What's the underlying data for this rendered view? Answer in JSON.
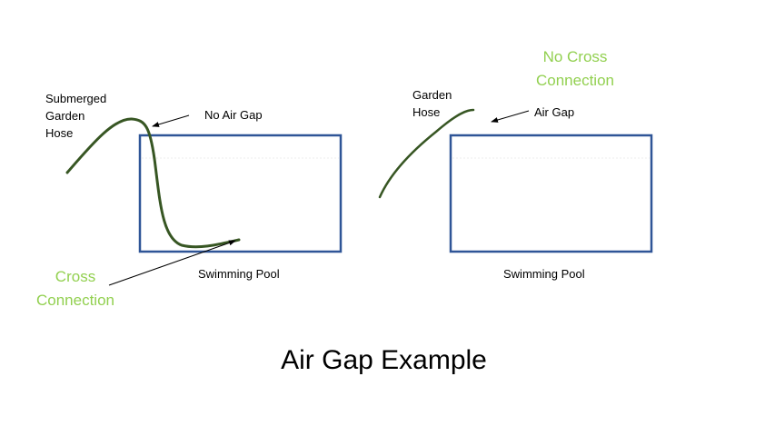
{
  "title": "Air Gap Example",
  "colors": {
    "pool_outline": "#2F5597",
    "hose": "#375623",
    "highlight_text": "#92D050",
    "arrow": "#000000"
  },
  "left_panel": {
    "hose_label": "Submerged\nGarden\nHose",
    "gap_label": "No Air Gap",
    "pool_label": "Swimming Pool",
    "status_label": "Cross\nConnection"
  },
  "right_panel": {
    "hose_label": "Garden\nHose",
    "gap_label": "Air Gap",
    "pool_label": "Swimming Pool",
    "status_label": "No Cross\nConnection"
  }
}
